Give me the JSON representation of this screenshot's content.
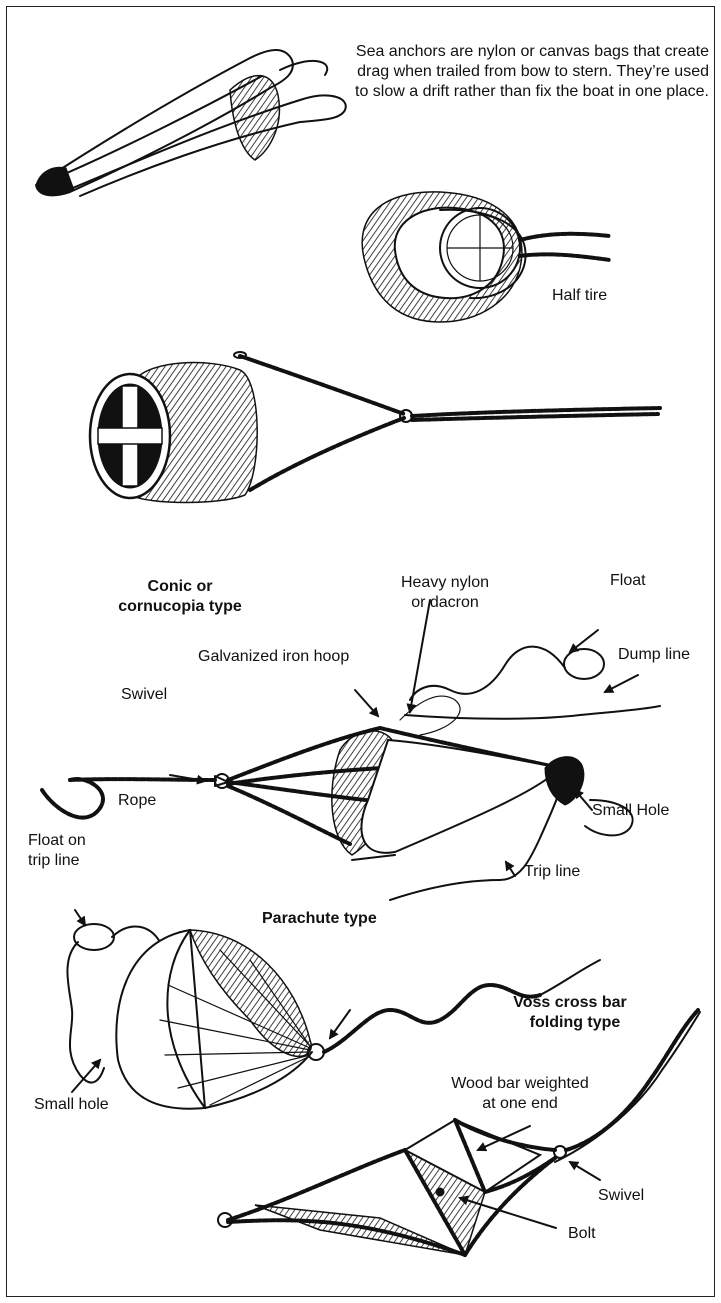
{
  "intro_text": "Sea anchors are nylon or canvas bags that create drag when trailed from bow to stern. They’re used to slow a drift rather than fix the boat in one place.",
  "labels": {
    "half_tire": "Half tire",
    "conic_title_1": "Conic or",
    "conic_title_2": "cornucopia type",
    "heavy_nylon_1": "Heavy nylon",
    "heavy_nylon_2": "or dacron",
    "float": "Float",
    "galvanized_hoop": "Galvanized iron hoop",
    "dump_line": "Dump line",
    "swivel_top": "Swivel",
    "rope": "Rope",
    "small_hole_conic": "Small Hole",
    "trip_line": "Trip line",
    "float_trip_1": "Float on",
    "float_trip_2": "trip line",
    "parachute_title": "Parachute type",
    "voss_title_1": "Voss cross bar",
    "voss_title_2": "folding type",
    "small_hole_parachute": "Small hole",
    "wood_bar_1": "Wood bar weighted",
    "wood_bar_2": "at one end",
    "swivel_bottom": "Swivel",
    "bolt": "Bolt"
  }
}
